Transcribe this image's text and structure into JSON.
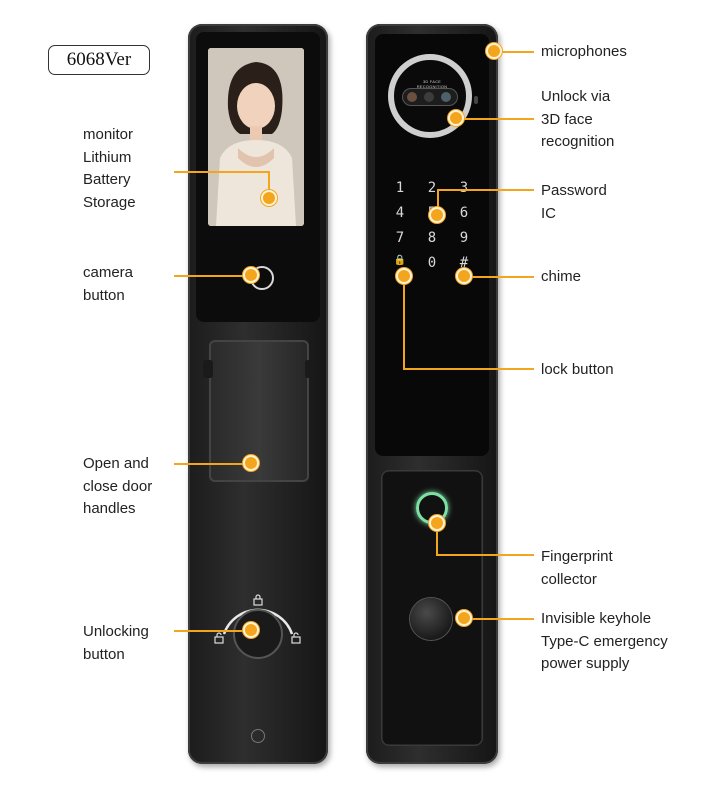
{
  "model_badge": "6068Ver",
  "labels": {
    "monitor": "monitor\nLithium\nBattery\nStorage",
    "camera": "camera\nbutton",
    "handles": "Open and\nclose door\nhandles",
    "unlocking": "Unlocking\nbutton",
    "microphones": "microphones",
    "face": "Unlock via\n3D face\nrecognition",
    "password": "Password\nIC",
    "chime": "chime",
    "lock_button": "lock button",
    "fingerprint": "Fingerprint\ncollector",
    "keyhole": "Invisible keyhole\nType-C emergency\npower supply"
  },
  "keypad": [
    "1",
    "2",
    "3",
    "4",
    "5",
    "6",
    "7",
    "8",
    "9",
    "🔒",
    "0",
    "#"
  ],
  "camera_ring_text": "3D FACE RECOGNITION",
  "colors": {
    "accent": "#f4a51e",
    "body": "#232323",
    "fingerprint_ring": "#7fe0a6"
  },
  "icons": [
    "lock-icon",
    "unlock-icon",
    "fingerprint-icon",
    "keyhole-icon",
    "camera-button-icon"
  ]
}
